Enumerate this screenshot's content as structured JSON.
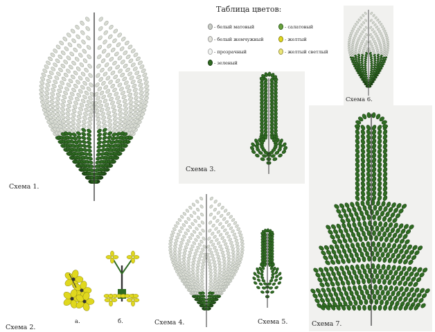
{
  "legend": {
    "title": "Таблица цветов:",
    "items": [
      {
        "label": "- белый матовый",
        "color": "#c9cdc6"
      },
      {
        "label": "- салатовый",
        "color": "#6aa33d"
      },
      {
        "label": "- белый жемчужный",
        "color": "#e4e4dc"
      },
      {
        "label": "- желтый",
        "color": "#e0d81e"
      },
      {
        "label": "- прозрачный",
        "color": "#f2f4f2"
      },
      {
        "label": "- желтый светлый",
        "color": "#ece67a"
      },
      {
        "label": "- зеленый",
        "color": "#2f6b22"
      }
    ]
  },
  "schemes": [
    {
      "id": "scheme1",
      "caption": "Схема 1."
    },
    {
      "id": "scheme2",
      "caption": "Схема 2.",
      "sub_labels": [
        "а.",
        "б."
      ]
    },
    {
      "id": "scheme3",
      "caption": "Схема 3."
    },
    {
      "id": "scheme4",
      "caption": "Схема 4."
    },
    {
      "id": "scheme5",
      "caption": "Схема 5."
    },
    {
      "id": "scheme6",
      "caption": "Схема 6."
    },
    {
      "id": "scheme7",
      "caption": "Схема 7."
    }
  ],
  "colors": {
    "white_bead": "#d7dad2",
    "white_bead_edge": "#9da39a",
    "green_bead": "#2f6b22",
    "green_bead_light": "#6aa33d",
    "yellow_bead": "#e0d81e",
    "wire": "#333333",
    "card_bg": "#f1f1ef"
  }
}
